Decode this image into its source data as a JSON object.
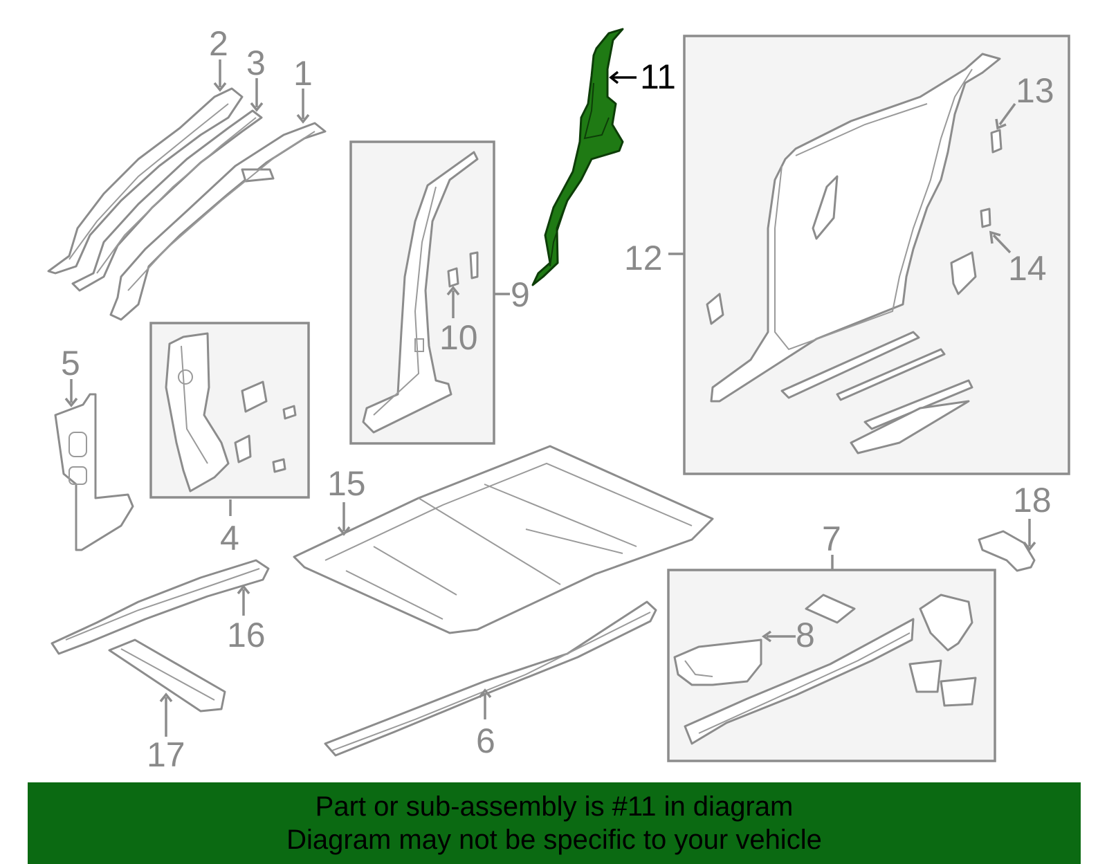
{
  "callouts": {
    "c1": "1",
    "c2": "2",
    "c3": "3",
    "c4": "4",
    "c5": "5",
    "c6": "6",
    "c7": "7",
    "c8": "8",
    "c9": "9",
    "c10": "10",
    "c11": "11",
    "c12": "12",
    "c13": "13",
    "c14": "14",
    "c15": "15",
    "c16": "16",
    "c17": "17",
    "c18": "18"
  },
  "highlight": {
    "part_number": "11",
    "color": "#1f7a14"
  },
  "banner": {
    "line1": "Part or sub-assembly is #11 in diagram",
    "line2": "Diagram may not be specific to your vehicle",
    "background": "#0b6a12"
  }
}
